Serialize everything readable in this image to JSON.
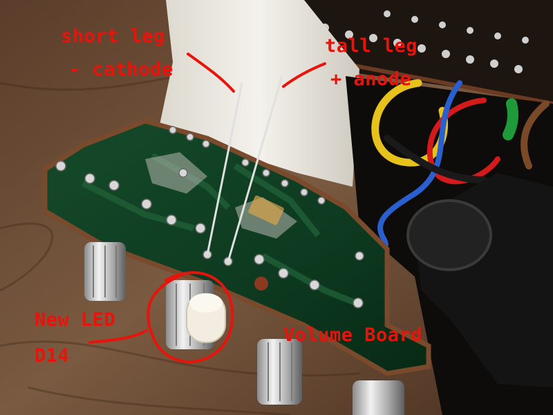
{
  "annotations": {
    "short_leg_line1": "short leg",
    "short_leg_line2": "- cathode",
    "tall_leg_line1": "tall leg",
    "tall_leg_line2": "+ anode",
    "new_led_line1": "New LED",
    "new_led_line2": "D14",
    "volume_board": "Volume Board"
  },
  "colors": {
    "annotation": "#e8140c",
    "pcb": "#0f3d22",
    "wood": "#6b4a32",
    "ribbon_cable": "#ece9e2",
    "led_body": "#f2ede0",
    "wire_yellow": "#e6c21a",
    "wire_blue": "#2a5fd0",
    "wire_red": "#d41a1a",
    "wire_green": "#1f9a3a",
    "wire_brown": "#7a4a28"
  }
}
